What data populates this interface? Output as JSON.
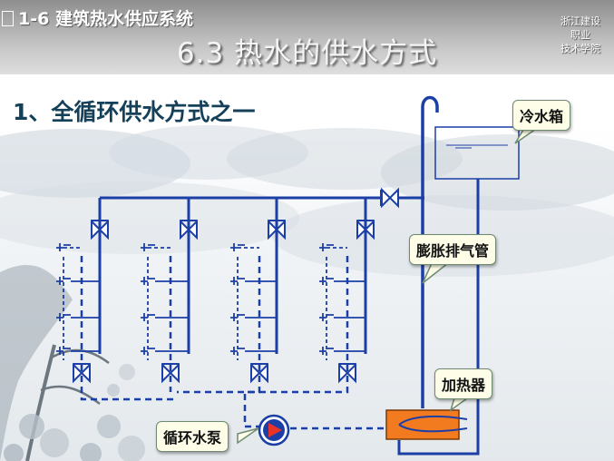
{
  "header": {
    "top_title": "1-6 建筑热水供应系统",
    "top_icon": "square-bullet-icon",
    "main_title": "6.3 热水的供水方式",
    "school_lines": [
      "浙江建设",
      "职业",
      "技术学院"
    ]
  },
  "section_title": "1、全循环供水方式之一",
  "labels": {
    "cold_tank": "冷水箱",
    "expansion_pipe": "膨胀排气管",
    "heater": "加热器",
    "pump": "循环水泵"
  },
  "colors": {
    "pipe": "#1b3fa6",
    "return_pipe": "#1b3fa6",
    "heater": "#f27a1f",
    "header_gray": "#a9a9a9",
    "title_text": "#14405a"
  }
}
